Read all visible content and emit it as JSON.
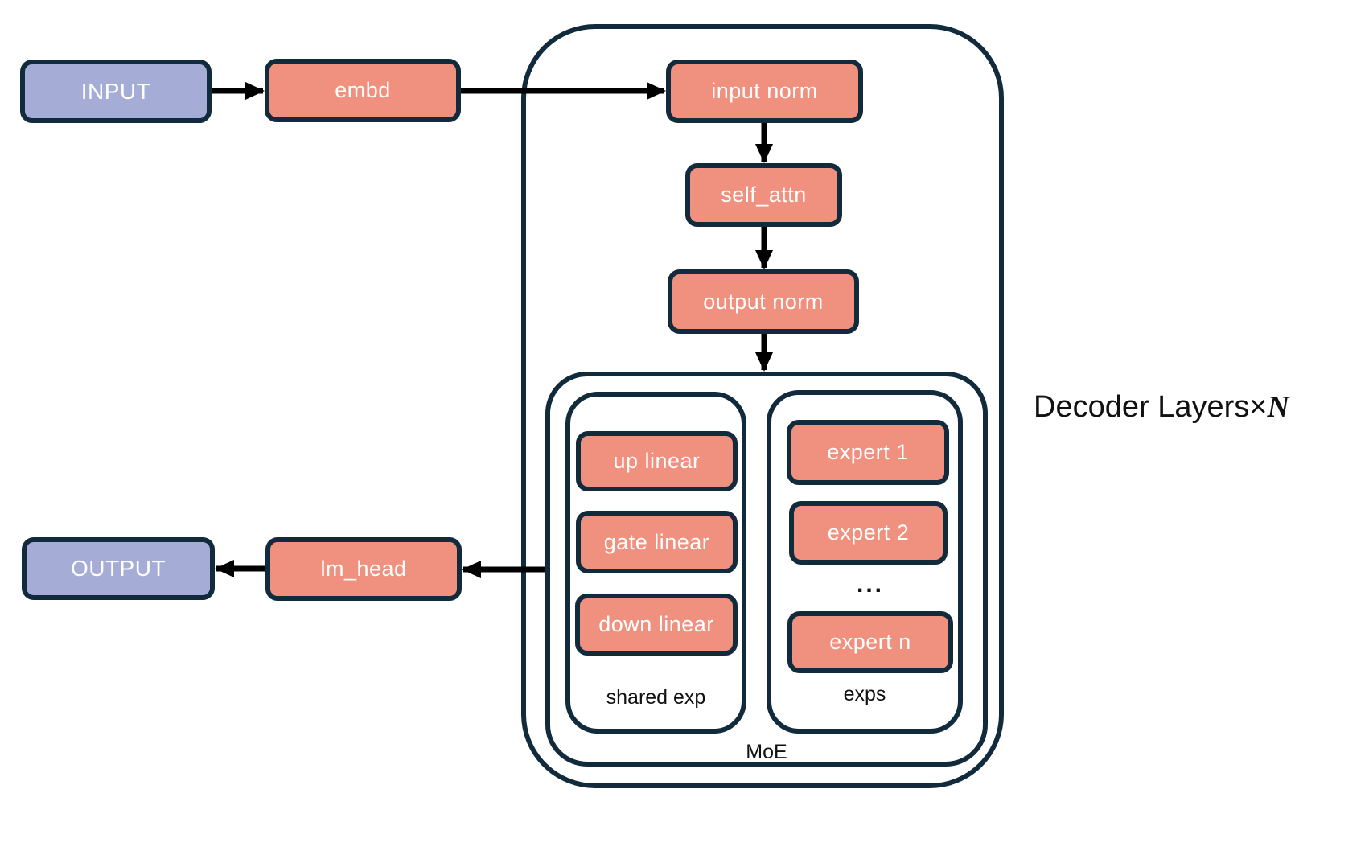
{
  "colors": {
    "salmon": "#F0907E",
    "purple": "#A5ADD6",
    "ink": "#112B3C",
    "arrow": "#000000",
    "label": "#111111",
    "box_text": "#FFFFFF",
    "bg": "#FFFFFF"
  },
  "nodes": {
    "input": "INPUT",
    "embd": "embd",
    "input_norm": "input norm",
    "self_attn": "self_attn",
    "output_norm": "output norm",
    "up_linear": "up linear",
    "gate_linear": "gate linear",
    "down_linear": "down linear",
    "expert_1": "expert 1",
    "expert_2": "expert 2",
    "expert_n": "expert n",
    "ellipsis": "...",
    "lm_head": "lm_head",
    "output": "OUTPUT"
  },
  "containers": {
    "decoder_label_prefix": "Decoder Layers×",
    "decoder_label_n": "N",
    "moe": "MoE",
    "shared_exp": "shared exp",
    "exps": "exps"
  }
}
